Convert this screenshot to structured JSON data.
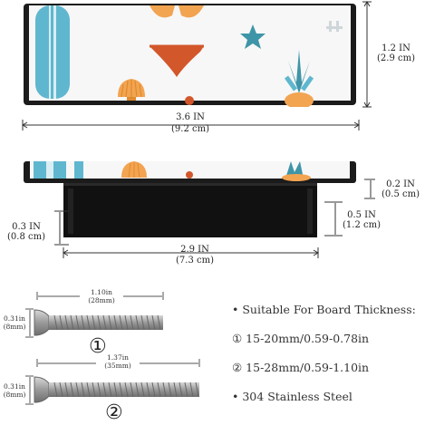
{
  "dimensions": {
    "top_height_in": "1.2 IN",
    "top_height_cm": "(2.9 cm)",
    "top_width_in": "3.6 IN",
    "top_width_cm": "(9.2 cm)",
    "side_depth_in": "0.2 IN",
    "side_depth_cm": "(0.5 cm)",
    "leg_height_in": "0.5 IN",
    "leg_height_cm": "(1.2 cm)",
    "gap_in": "0.3 IN",
    "gap_cm": "(0.8 cm)",
    "base_width_in": "2.9 IN",
    "base_width_cm": "(7.3 cm)"
  },
  "screws": {
    "screw1_length_in": "1.10in",
    "screw1_length_mm": "(28mm)",
    "screw1_dia_in": "0.31in",
    "screw1_dia_mm": "(8mm)",
    "screw1_marker": "①",
    "screw2_length_in": "1.37in",
    "screw2_length_mm": "(35mm)",
    "screw2_dia_in": "0.31in",
    "screw2_dia_mm": "(8mm)",
    "screw2_marker": "②"
  },
  "specs": {
    "title": "Suitable For Board Thickness:",
    "option1": "① 15-20mm/0.59-0.78in",
    "option2": "② 15-28mm/0.59-1.10in",
    "material": "304 Stainless Steel"
  },
  "colors": {
    "frame": "#1b1b1b",
    "surfboard": "#5fb7cf",
    "bikini": "#d2572a",
    "shell": "#f2a451",
    "plant": "#3f95a8",
    "screw": "#9a9a9a"
  }
}
